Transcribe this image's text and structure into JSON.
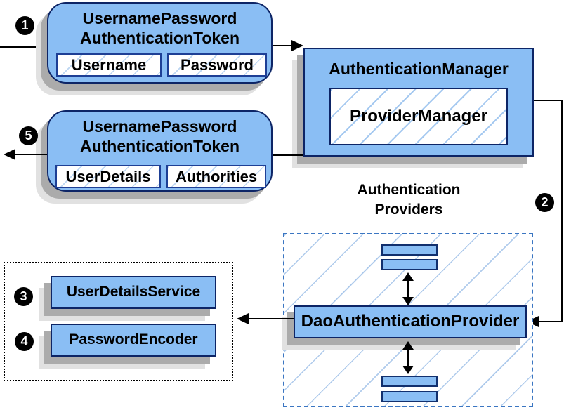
{
  "colors": {
    "box_fill": "#8abef4",
    "box_border": "#0d2566",
    "field_border": "#1e3f95",
    "hatch_line": "#a5c9f0",
    "dashed_border": "#3b76c2",
    "shadow_dark": "#ababab",
    "shadow_light": "#e1e1e1",
    "line": "#000000",
    "badge_bg": "#000000",
    "badge_fg": "#ffffff"
  },
  "badges": {
    "step1": "1",
    "step2": "2",
    "step3": "3",
    "step4": "4",
    "step5": "5"
  },
  "request_token": {
    "title_line1": "UsernamePassword",
    "title_line2": "AuthenticationToken",
    "fields": [
      "Username",
      "Password"
    ]
  },
  "auth_manager": {
    "title": "AuthenticationManager",
    "inner": "ProviderManager"
  },
  "response_token": {
    "title_line1": "UsernamePassword",
    "title_line2": "AuthenticationToken",
    "fields": [
      "UserDetails",
      "Authorities"
    ]
  },
  "providers": {
    "heading_line1": "Authentication",
    "heading_line2": "Providers",
    "dao_label": "DaoAuthenticationProvider"
  },
  "collaborators": {
    "user_details_service": "UserDetailsService",
    "password_encoder": "PasswordEncoder"
  }
}
